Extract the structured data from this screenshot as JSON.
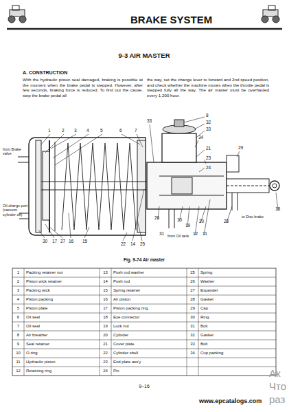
{
  "diagram": {
    "title": "BRAKE SYSTEM",
    "caption": "Fig. 9-74 Air master",
    "labels": [
      "9-3 AIR MASTER",
      "A. CONSTRUCTION",
      "With the hydraulic piston seal damaged, braking is possible at the moment when the brake pedal is stepped. However, after few seconds, braking force is reduced. To find out the cause, step the brake pedal all",
      "the way, set the change lever to forward and 2nd speed position, and check whether the machine moves when the throttle pedal is stepped fully all the way. The air master must be overhauled every 1,200 hour.",
      "1",
      "2",
      "3",
      "4",
      "5",
      "6",
      "7",
      "33",
      "8",
      "32",
      "33",
      "34",
      "21",
      "23",
      "24",
      "29",
      "from Brake valve",
      "Oil charge port (vacuum cylinder off)",
      "30",
      "17",
      "27",
      "16",
      "15",
      "22",
      "14",
      "25",
      "26",
      "10",
      "19",
      "20",
      "12",
      "11",
      "28",
      "to Disc brake",
      "18",
      "31",
      "from Oil tank",
      "9–16",
      "www.epcatalogs.com",
      "Ак",
      "Что",
      "раз",
      "1",
      "Packing retainer nut",
      "2",
      "Piston wick retainer",
      "3",
      "Packing wick",
      "4",
      "Piston packing",
      "5",
      "Piston plate",
      "6",
      "Oil seal",
      "7",
      "Oil seal",
      "8",
      "Air breather",
      "9",
      "Seal retainer",
      "10",
      "O-ring",
      "11",
      "Hydraulic piston",
      "12",
      "Retaining ring",
      "13",
      "Push rod washer",
      "14",
      "Push rod",
      "15",
      "Spring retainer",
      "16",
      "Air piston",
      "17",
      "Piston packing ring",
      "18",
      "Eye connector",
      "19",
      "Lock nut",
      "20",
      "Cylinder",
      "21",
      "Cover plate",
      "22",
      "Cylinder shell",
      "23",
      "End plate ass'y",
      "24",
      "Pin",
      "25",
      "Spring",
      "26",
      "Washer",
      "27",
      "Expander",
      "28",
      "Gasket",
      "29",
      "Cap",
      "30",
      "Ring",
      "31",
      "Bolt",
      "32",
      "Gasket",
      "33",
      "Bolt",
      "34",
      "Cup packing"
    ]
  }
}
